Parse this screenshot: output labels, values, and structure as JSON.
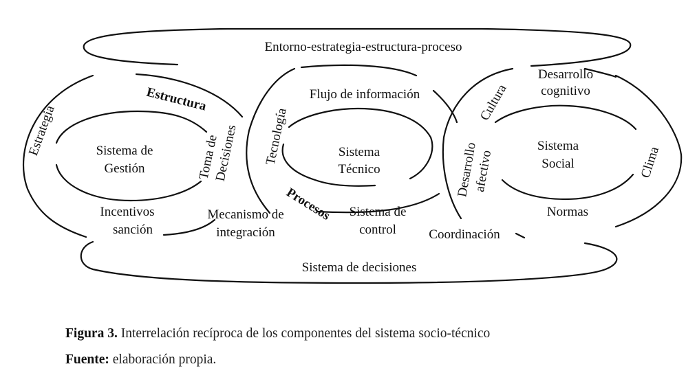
{
  "diagram": {
    "top_band": "Entorno-estrategia-estructura-proceso",
    "bottom_band": "Sistema de decisiones",
    "left": {
      "outer_left": "Estrategia",
      "outer_top": "Estructura",
      "core": [
        "Sistema de",
        "Gestión"
      ],
      "bottom": [
        "Incentivos",
        "sanción"
      ],
      "right": [
        "Toma de",
        "Decisiones"
      ]
    },
    "middle": {
      "outer_left": "Tecnología",
      "top": "Flujo de información",
      "core": [
        "Sistema",
        "Técnico"
      ],
      "bottom_left": "Procesos",
      "bottom": [
        "Sistema de",
        "control"
      ],
      "shared_left": [
        "Mecanismo de",
        "integración"
      ]
    },
    "right": {
      "outer_top_left": "Cultura",
      "top": [
        "Desarrollo",
        "cognitivo"
      ],
      "left": [
        "Desarrollo",
        "afectivo"
      ],
      "core": [
        "Sistema",
        "Social"
      ],
      "outer_right": "Clima",
      "bottom": "Normas",
      "bottom_left": "Coordinación"
    }
  },
  "caption": {
    "figure_label": "Figura 3.",
    "figure_text": " Interrelación recíproca de los componentes del sistema socio-técnico",
    "source_label": "Fuente:",
    "source_text": " elaboración propia."
  }
}
